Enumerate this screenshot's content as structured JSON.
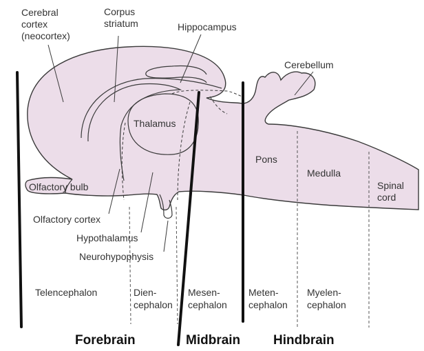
{
  "figure": {
    "colors": {
      "tissue": "#ecdde9",
      "outline": "#3a3a3a",
      "divider": "#111111",
      "text": "#333333"
    },
    "labels": {
      "cerebral_cortex": [
        "Cerebral",
        "cortex",
        "(neocortex)"
      ],
      "corpus_striatum": [
        "Corpus",
        "striatum"
      ],
      "hippocampus": "Hippocampus",
      "cerebellum": "Cerebellum",
      "thalamus": "Thalamus",
      "pons": "Pons",
      "medulla": "Medulla",
      "spinal_cord": [
        "Spinal",
        "cord"
      ],
      "olfactory_bulb": "Olfactory bulb",
      "olfactory_cortex": "Olfactory cortex",
      "hypothalamus": "Hypothalamus",
      "neurohypophysis": "Neurohypophysis"
    },
    "divisions": {
      "telencephalon": "Telencephalon",
      "diencephalon": [
        "Dien-",
        "cephalon"
      ],
      "mesencephalon": [
        "Mesen-",
        "cephalon"
      ],
      "metencephalon": [
        "Meten-",
        "cephalon"
      ],
      "myelencephalon": [
        "Myelen-",
        "cephalon"
      ]
    },
    "regions": {
      "forebrain": "Forebrain",
      "midbrain": "Midbrain",
      "hindbrain": "Hindbrain"
    }
  }
}
